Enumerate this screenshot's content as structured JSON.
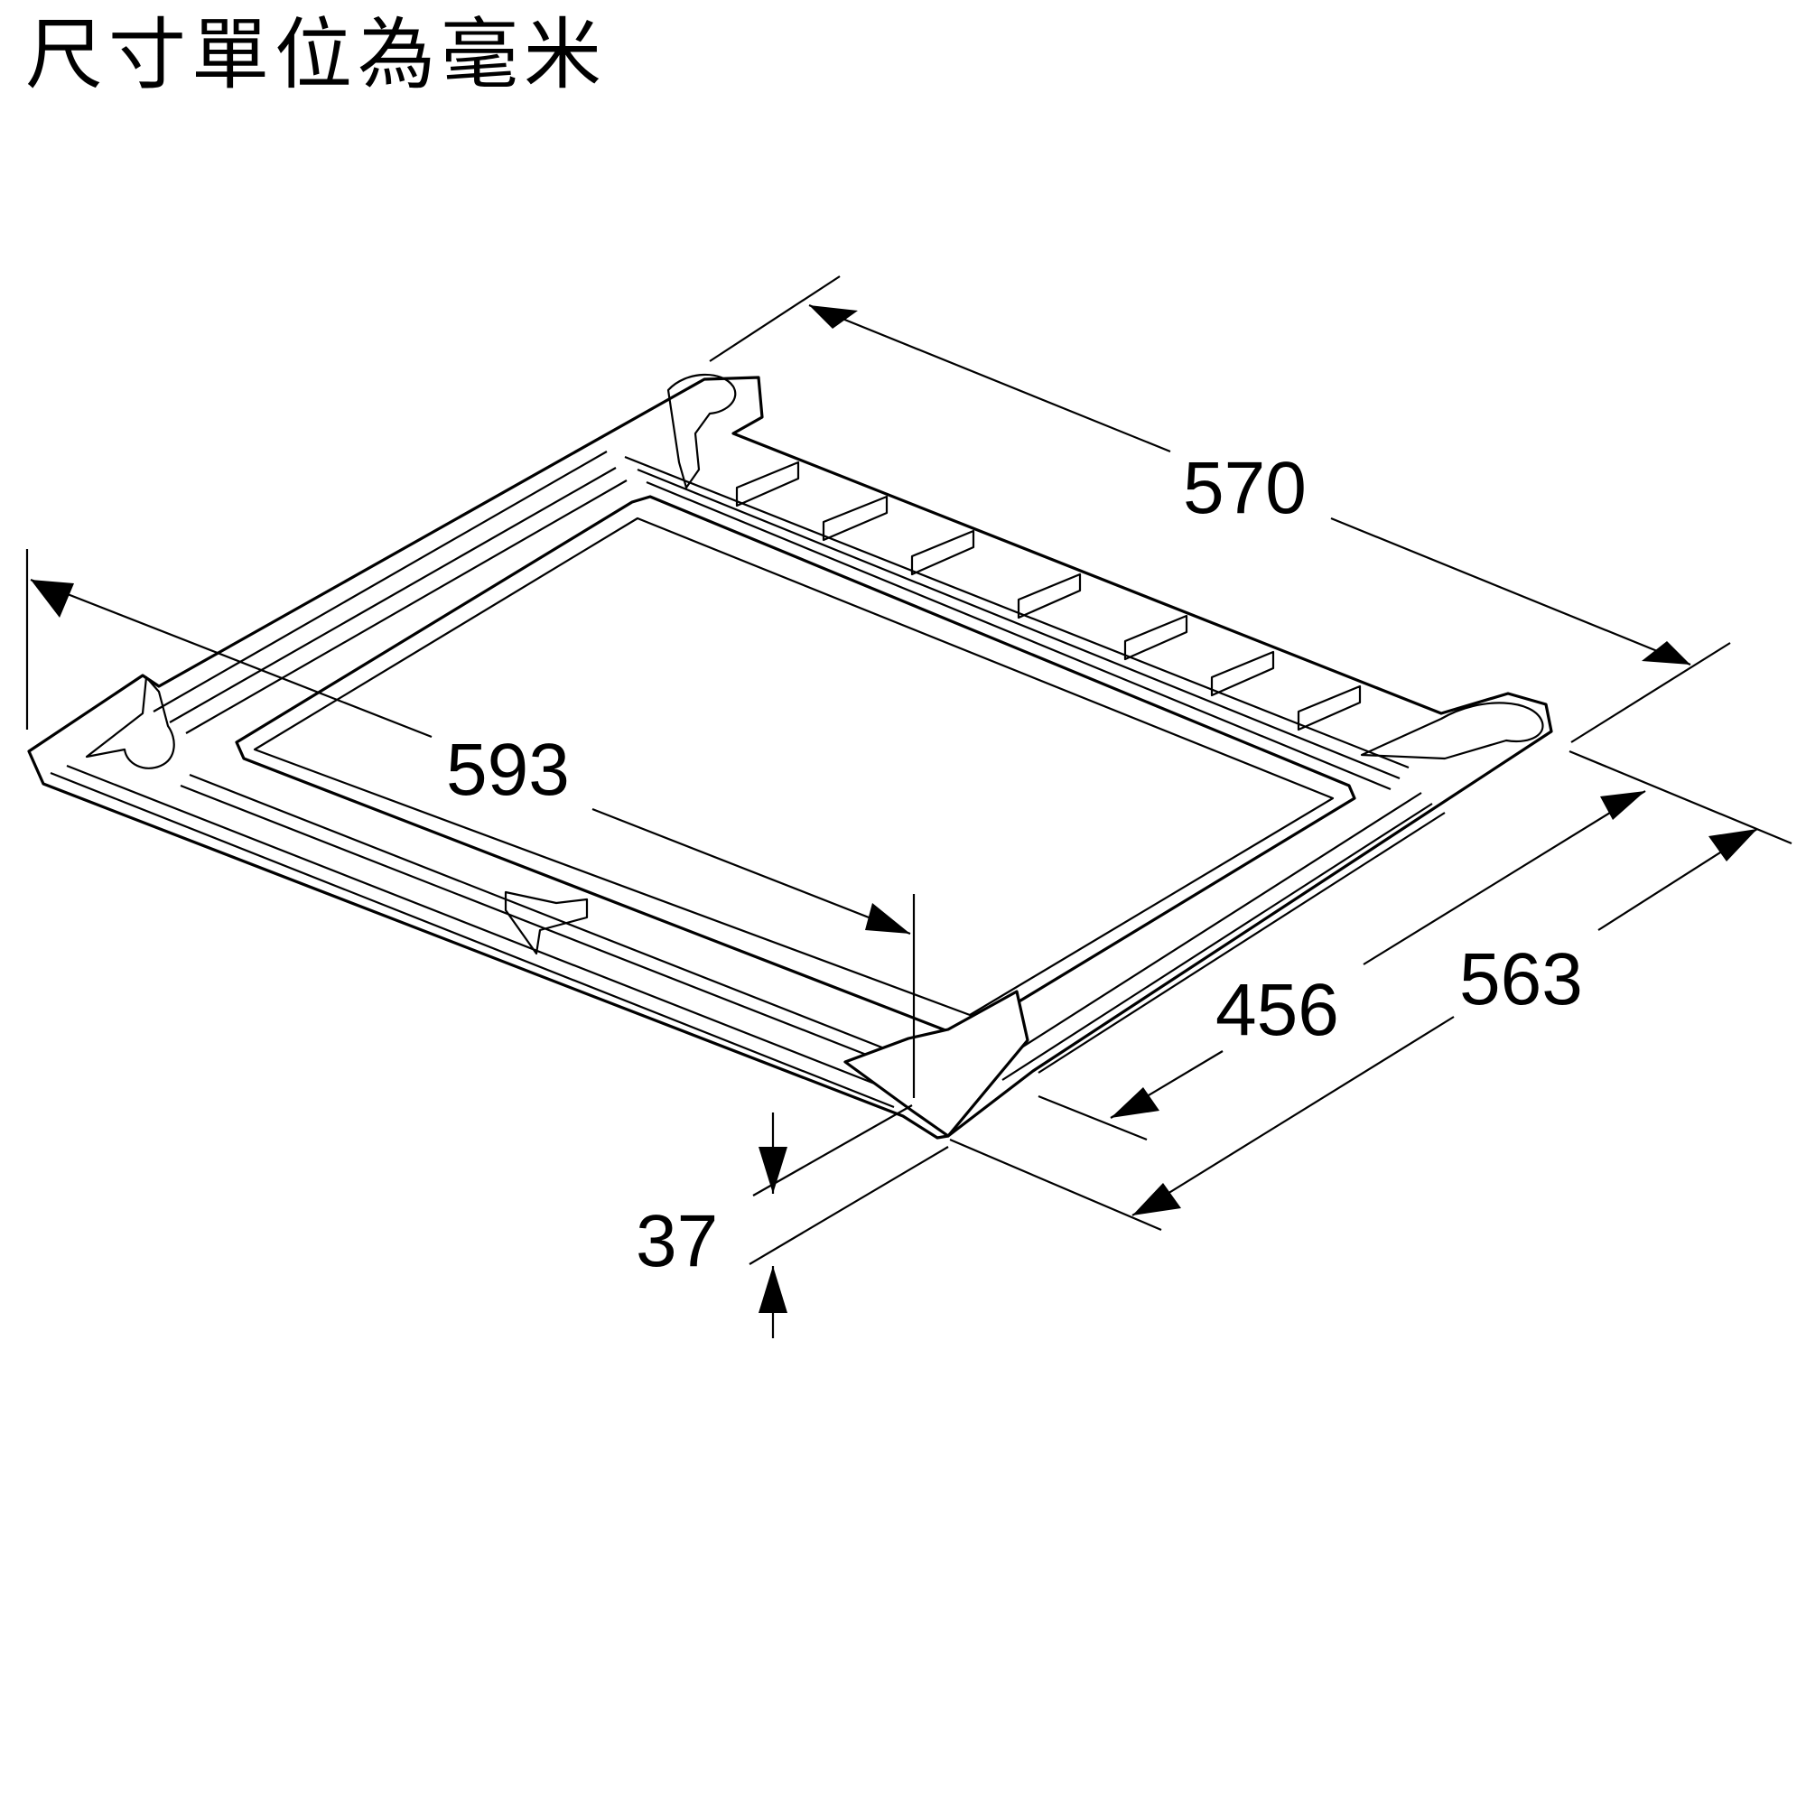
{
  "title": "尺寸單位為毫米",
  "dimensions": {
    "depth_top": "570",
    "width": "593",
    "inner_depth": "456",
    "outer_depth": "563",
    "height": "37"
  }
}
